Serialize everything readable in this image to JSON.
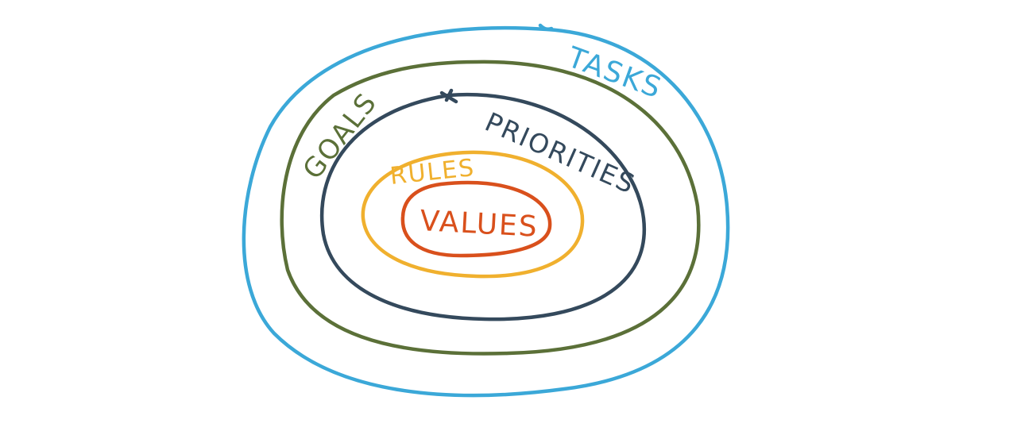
{
  "diagram": {
    "layers": [
      {
        "id": "tasks",
        "label": "TASKS",
        "color": "#3BA8D8"
      },
      {
        "id": "goals",
        "label": "GOALS",
        "color": "#5B7038"
      },
      {
        "id": "priorities",
        "label": "PRIORITIES",
        "color": "#34495C"
      },
      {
        "id": "rules",
        "label": "RULES",
        "color": "#F0B02E"
      },
      {
        "id": "values",
        "label": "VALUES",
        "color": "#D9501C"
      }
    ]
  }
}
